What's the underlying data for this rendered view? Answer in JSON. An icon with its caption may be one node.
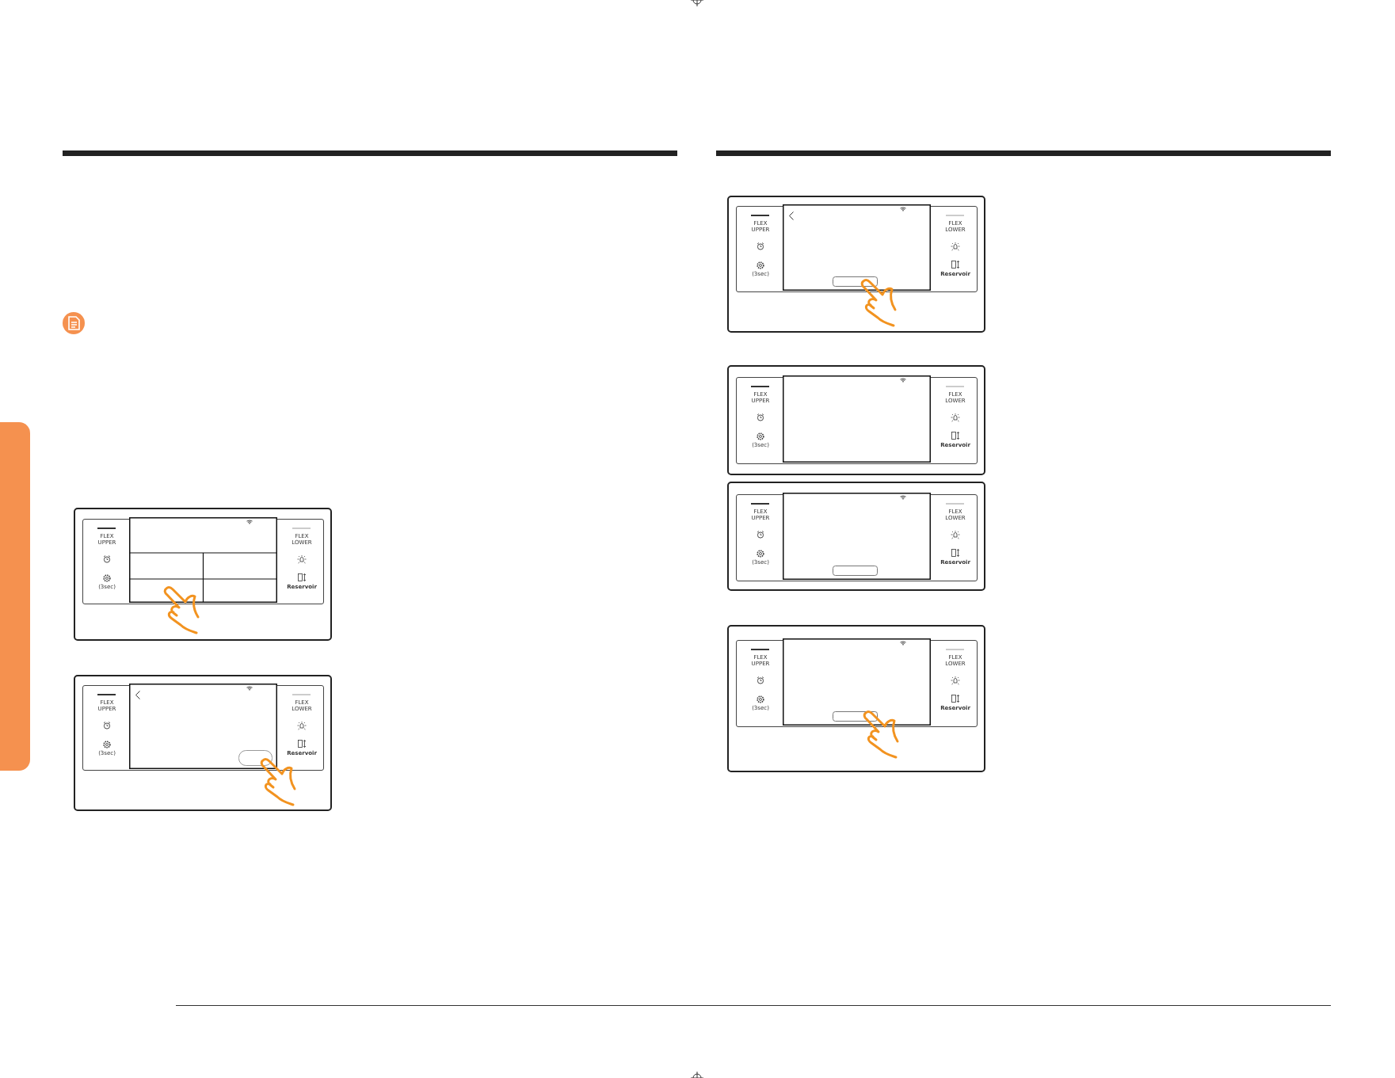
{
  "diagram": {
    "nodes": [
      {
        "text": [],
        "shape": "box"
      }
    ],
    "labels": [
      "FLEX UPPER",
      "(3sec)",
      "FLEX LOWER",
      "Reservoir",
      "FLEX UPPER",
      "(3sec)",
      "FLEX LOWER",
      "Reservoir",
      "FLEX UPPER",
      "(3sec)",
      "FLEX LOWER",
      "Reservoir",
      "FLEX UPPER",
      "(3sec)",
      "FLEX LOWER",
      "Reservoir",
      "FLEX UPPER",
      "(3sec)",
      "FLEX LOWER",
      "Reservoir",
      "FLEX UPPER",
      "(3sec)",
      "FLEX LOWER",
      "Reservoir"
    ]
  }
}
